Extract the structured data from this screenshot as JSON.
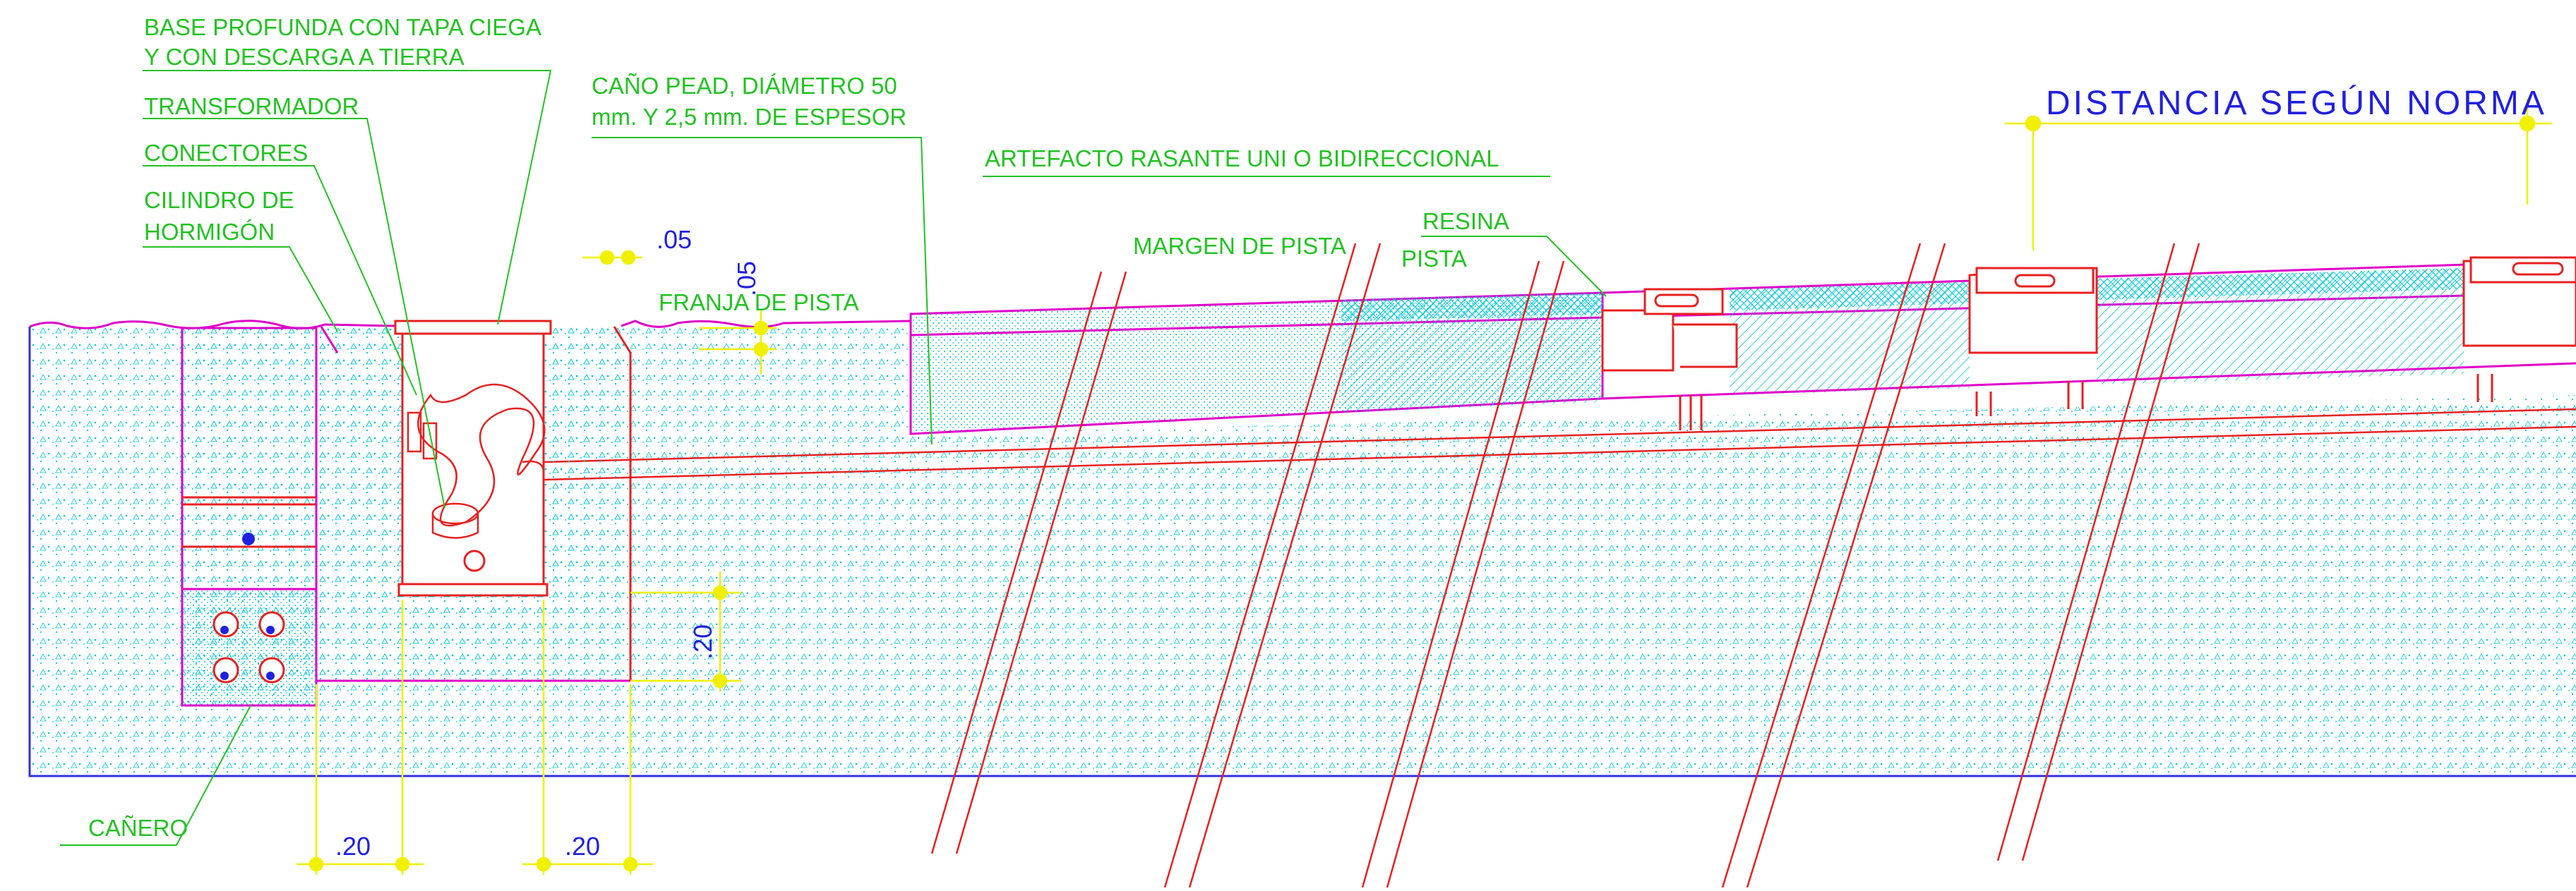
{
  "labels": {
    "base_line1": "BASE PROFUNDA CON TAPA CIEGA",
    "base_line2": "Y CON DESCARGA A TIERRA",
    "transformador": "TRANSFORMADOR",
    "conectores": "CONECTORES",
    "cilindro_line1": "CILINDRO DE",
    "cilindro_line2": "HORMIGÓN",
    "cano_line1": "CAÑO PEAD, DIÁMETRO 50",
    "cano_line2": "mm. Y 2,5 mm. DE ESPESOR",
    "artefacto": "ARTEFACTO RASANTE UNI O BIDIRECCIONAL",
    "resina": "RESINA",
    "margen": "MARGEN DE PISTA",
    "pista": "PISTA",
    "franja": "FRANJA DE PISTA",
    "canero": "CAÑERO"
  },
  "dimensions": {
    "d05_h": ".05",
    "d05_v": ".05",
    "d20_v": ".20",
    "d20_left": ".20",
    "d20_right": ".20",
    "distancia": "DISTANCIA SEGÚN NORMA"
  },
  "colors": {
    "label_green": "#22c322",
    "dimension_blue": "#2020e0",
    "structure_magenta": "#e000c8",
    "pipe_red": "#e82020",
    "hatch_cyan": "#00c8d8",
    "dimension_yellow": "#f0f000"
  }
}
